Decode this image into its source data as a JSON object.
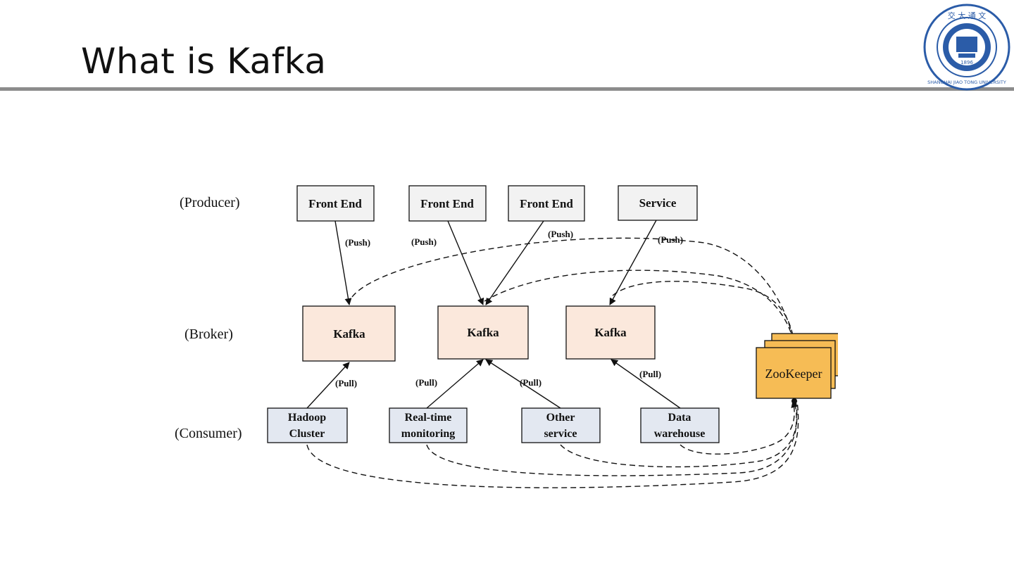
{
  "slide": {
    "title": "What is Kafka",
    "seal": {
      "lettering_top": "交 大 通 文",
      "lettering_bottom": "SHANGHAI JIAO TONG UNIVERSITY",
      "year": "1896",
      "colors": {
        "ring": "#2b5ca8",
        "inner": "#ffffff"
      }
    }
  },
  "diagram": {
    "roles": {
      "producer": "(Producer)",
      "broker": "(Broker)",
      "consumer": "(Consumer)"
    },
    "producers": [
      "Front End",
      "Front End",
      "Front End",
      "Service"
    ],
    "brokers": [
      "Kafka",
      "Kafka",
      "Kafka"
    ],
    "consumers": [
      [
        "Hadoop",
        "Cluster"
      ],
      [
        "Real-time",
        "monitoring"
      ],
      [
        "Other",
        "service"
      ],
      [
        "Data",
        "warehouse"
      ]
    ],
    "zookeeper": "ZooKeeper",
    "push_labels": [
      "(Push)",
      "(Push)",
      "(Push)",
      "(Push)"
    ],
    "pull_labels": [
      "(Pull)",
      "(Pull)",
      "(Pull)",
      "(Pull)"
    ],
    "colors": {
      "producer_fill": "#f2f2f2",
      "broker_fill": "#fbe8dc",
      "consumer_fill": "#e3e8f1",
      "zookeeper_fill": "#f6bc55",
      "line": "#111111"
    }
  }
}
